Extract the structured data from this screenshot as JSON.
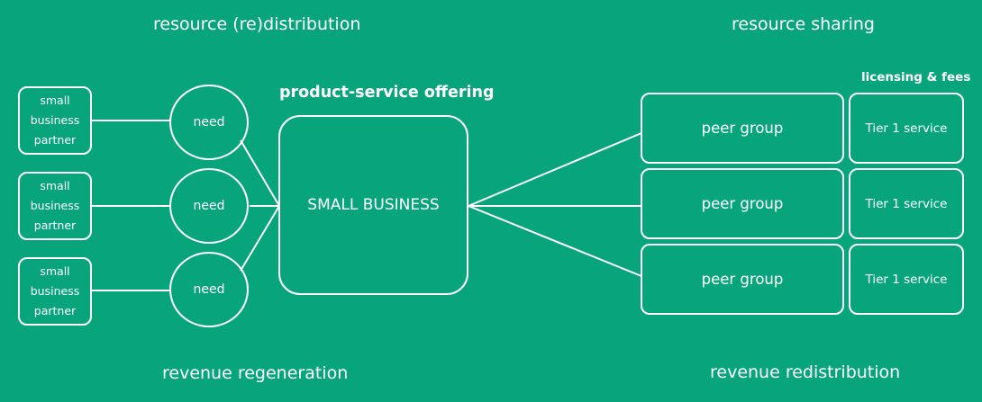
{
  "labels": {
    "top_left": "resource (re)distribution",
    "top_right": "resource sharing",
    "bottom_left": "revenue regeneration",
    "bottom_right": "revenue redistribution",
    "offering": "product-service offering",
    "licensing": "licensing & fees"
  },
  "partners": [
    {
      "line1": "small",
      "line2": "business",
      "line3": "partner"
    },
    {
      "line1": "small",
      "line2": "business",
      "line3": "partner"
    },
    {
      "line1": "small",
      "line2": "business",
      "line3": "partner"
    }
  ],
  "needs": [
    "need",
    "need",
    "need"
  ],
  "hub": "SMALL BUSINESS",
  "peers": [
    "peer group",
    "peer group",
    "peer group"
  ],
  "tiers": [
    "Tier 1 service",
    "Tier 1 service",
    "Tier 1 service"
  ],
  "colors": {
    "background": "#08a57c",
    "stroke": "#ffffff"
  }
}
